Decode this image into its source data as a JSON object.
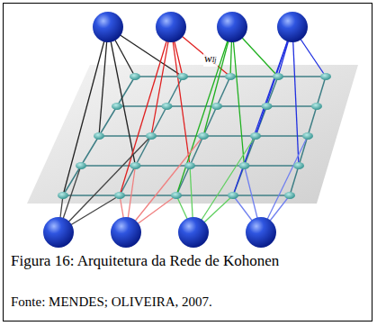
{
  "diagram": {
    "caption": "Figura 16: Arquitetura da Rede de Kohonen",
    "labels": [
      "wIj",
      "Fonte: MENDES; OLIVEIRA, 2007."
    ]
  }
}
